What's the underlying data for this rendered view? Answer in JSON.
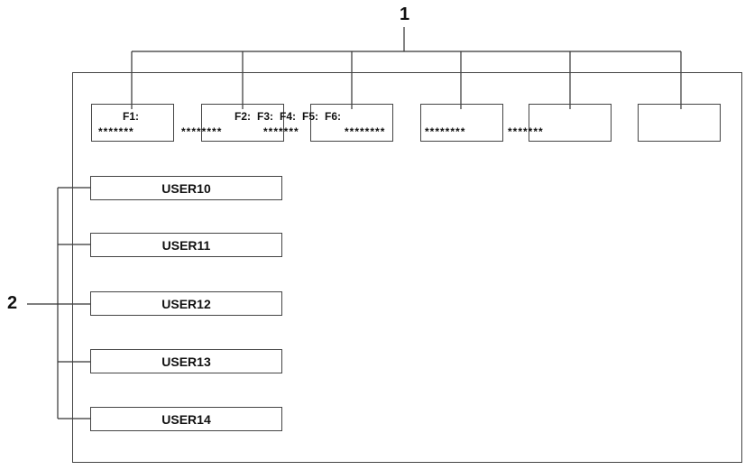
{
  "callouts": {
    "top": "1",
    "left": "2"
  },
  "function_keys": {
    "f1": "F1:",
    "f2": "F2:",
    "f3": "F3:",
    "f4": "F4:",
    "f5": "F5:",
    "f6": "F6:"
  },
  "masked_values": [
    "*******",
    "********",
    "*******",
    "********",
    "********",
    "*******"
  ],
  "user_buttons": [
    "USER10",
    "USER11",
    "USER12",
    "USER13",
    "USER14"
  ]
}
